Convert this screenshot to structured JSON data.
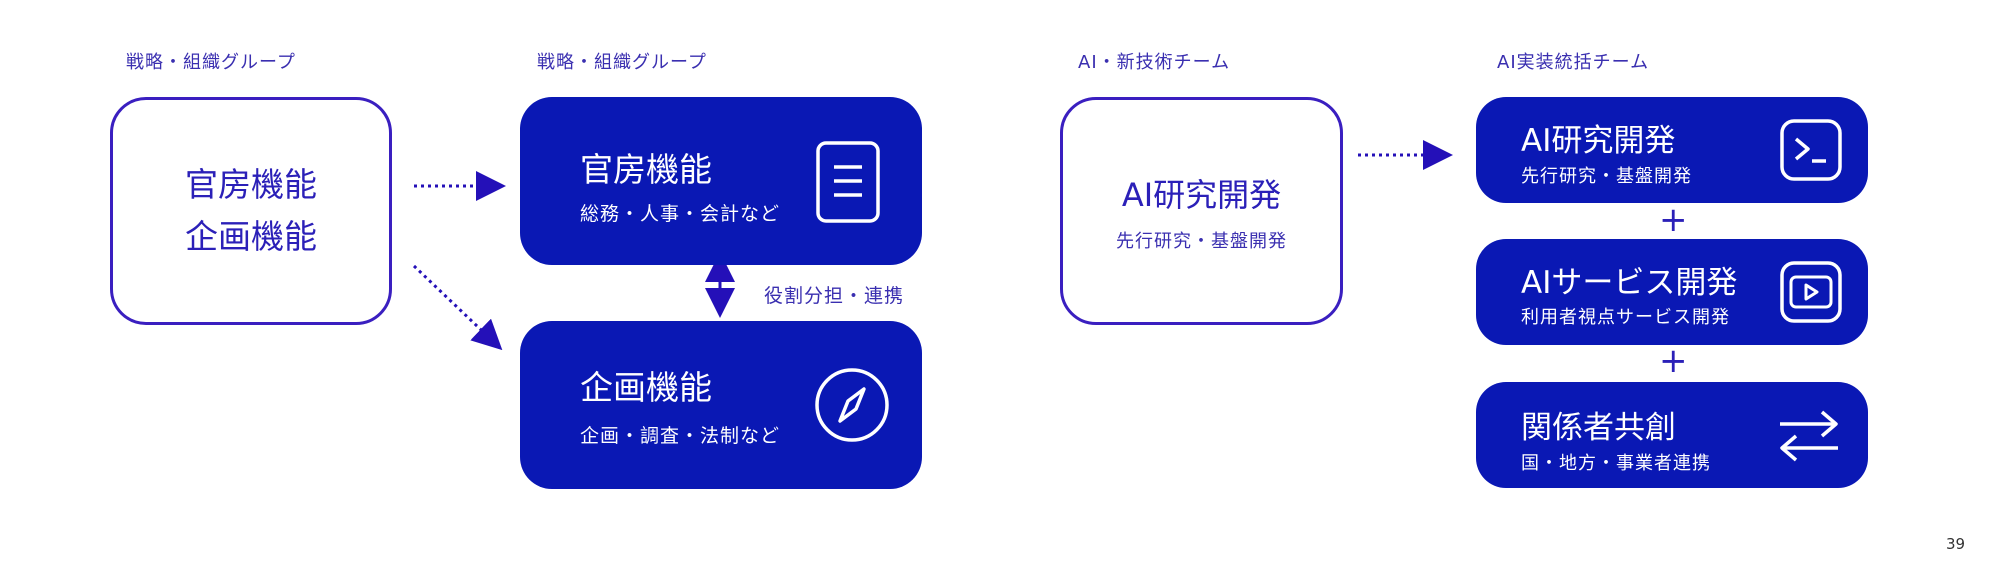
{
  "left_section": {
    "group_label_1": "戦略・組織グループ",
    "group_label_2": "戦略・組織グループ",
    "combined_box": {
      "line1": "官房機能",
      "line2": "企画機能"
    },
    "kanbo_box": {
      "title": "官房機能",
      "subtitle": "総務・人事・会計など",
      "icon": "document-icon"
    },
    "kikaku_box": {
      "title": "企画機能",
      "subtitle": "企画・調査・法制など",
      "icon": "compass-icon"
    },
    "relation_label": "役割分担・連携"
  },
  "right_section": {
    "group_label_1": "AI・新技術チーム",
    "group_label_2": "AI実装統括チーム",
    "ai_rd_outline_box": {
      "title": "AI研究開発",
      "subtitle": "先行研究・基盤開発"
    },
    "ai_rd_box": {
      "title": "AI研究開発",
      "subtitle": "先行研究・基盤開発",
      "icon": "terminal-icon"
    },
    "ai_service_box": {
      "title": "AIサービス開発",
      "subtitle": "利用者視点サービス開発",
      "icon": "play-icon"
    },
    "stakeholder_box": {
      "title": "関係者共創",
      "subtitle": "国・地方・事業者連携",
      "icon": "exchange-arrows-icon"
    },
    "plus_1": "+",
    "plus_2": "+"
  },
  "colors": {
    "primary": "#0a18b4",
    "outline": "#3a1fc0",
    "text": "#3a2fb0"
  },
  "page_number": "39"
}
